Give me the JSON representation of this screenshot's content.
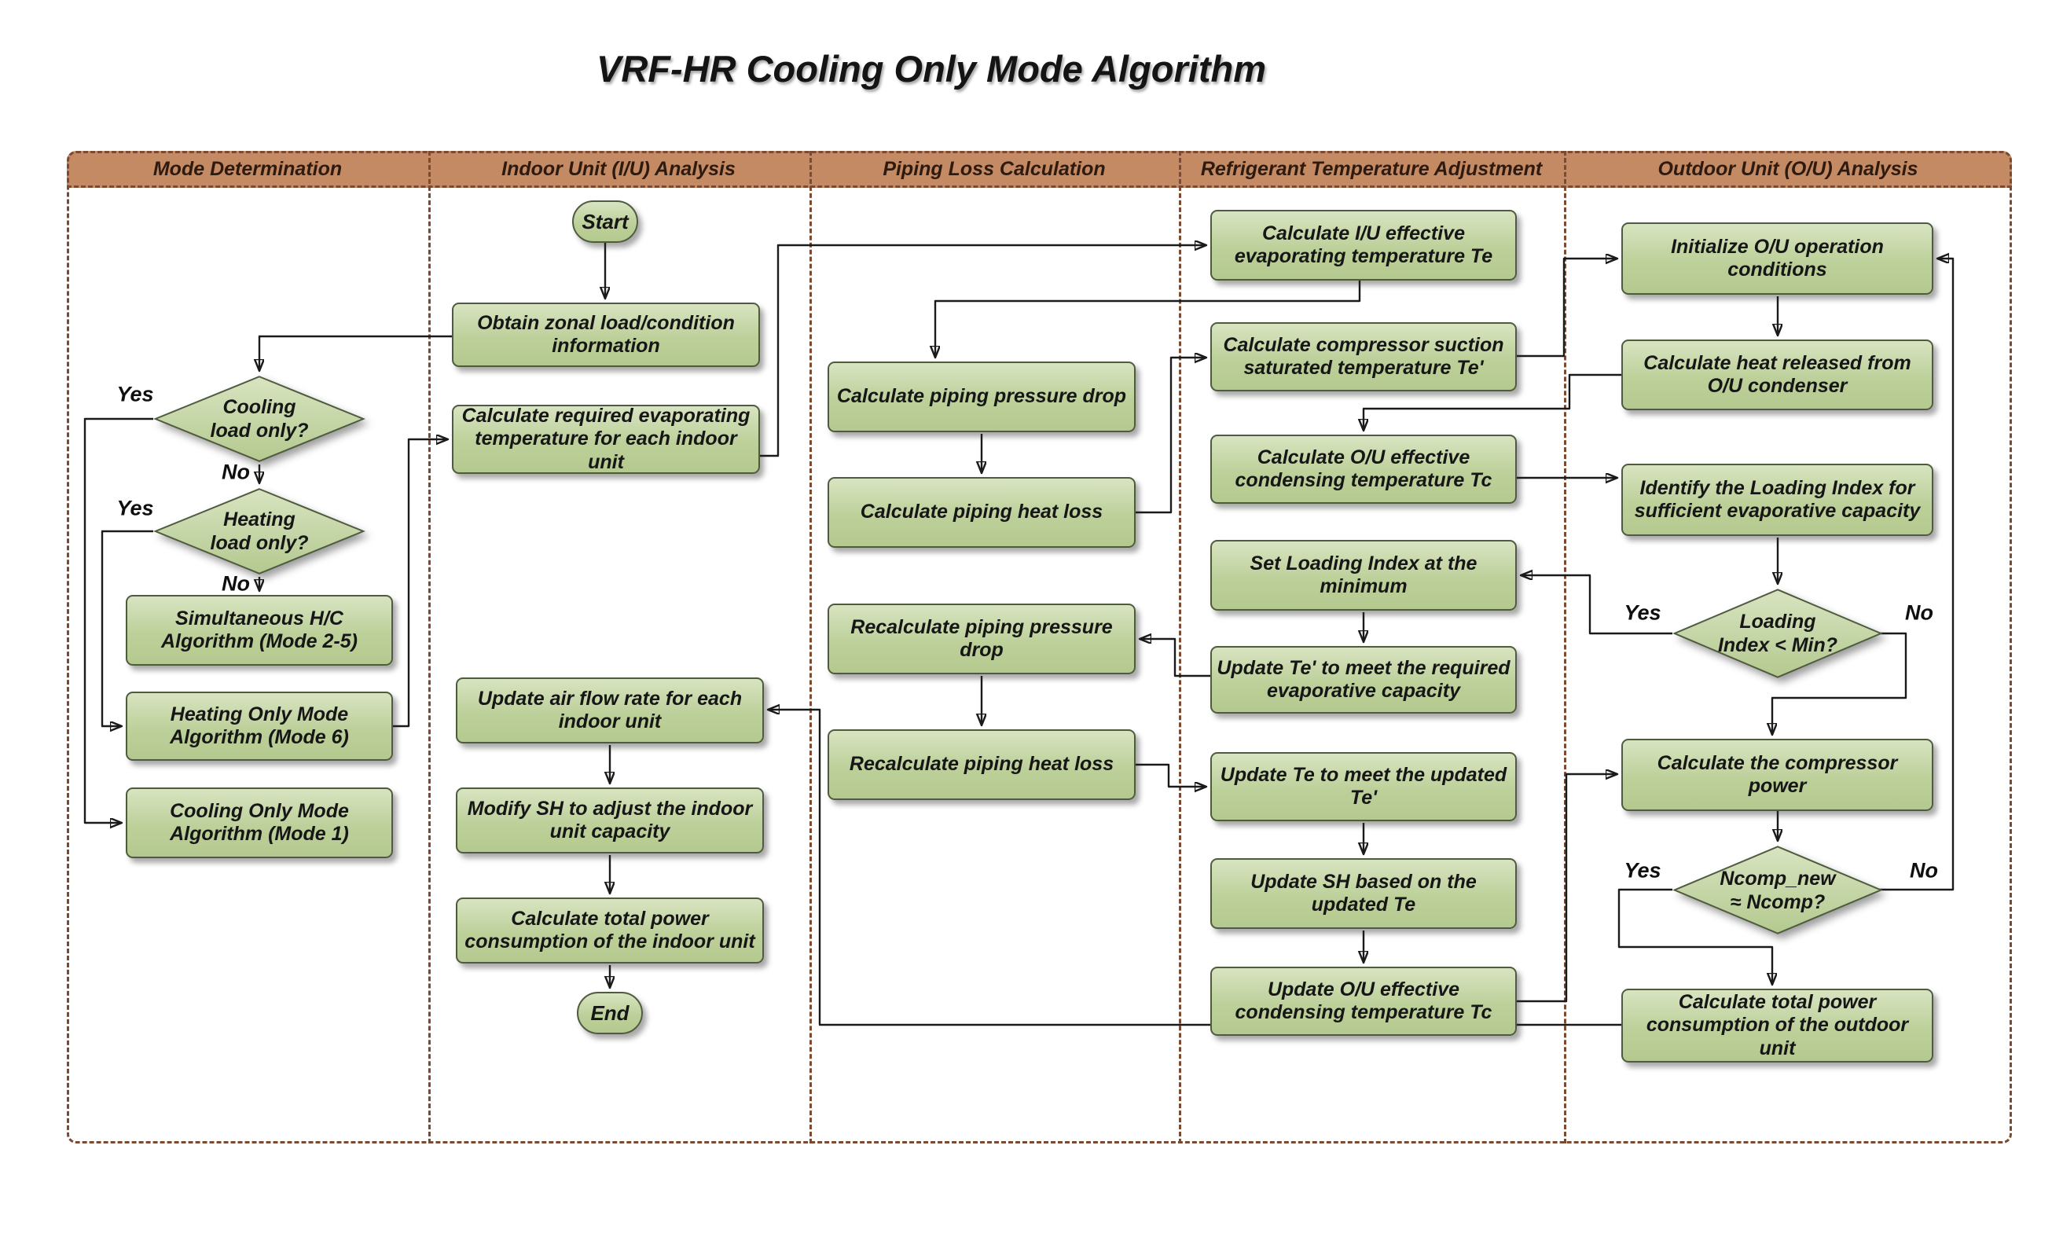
{
  "title": "VRF-HR Cooling Only Mode Algorithm",
  "lanes": [
    {
      "title": "Mode Determination"
    },
    {
      "title": "Indoor Unit (I/U) Analysis"
    },
    {
      "title": "Piping Loss Calculation"
    },
    {
      "title": "Refrigerant Temperature Adjustment"
    },
    {
      "title": "Outdoor Unit (O/U) Analysis"
    }
  ],
  "nodes": {
    "start": {
      "type": "terminator",
      "label": "Start"
    },
    "end": {
      "type": "terminator",
      "label": "End"
    },
    "d_cooling": {
      "type": "decision",
      "label": "Cooling\nload only?"
    },
    "d_heating": {
      "type": "decision",
      "label": "Heating\nload only?"
    },
    "b_simul": {
      "type": "process",
      "label": "Simultaneous H/C\nAlgorithm (Mode 2-5)"
    },
    "b_heat6": {
      "type": "process",
      "label": "Heating Only Mode\nAlgorithm (Mode 6)"
    },
    "b_cool1": {
      "type": "process",
      "label": "Cooling Only Mode\nAlgorithm (Mode 1)"
    },
    "b_obtain": {
      "type": "process",
      "label": "Obtain zonal load/condition\ninformation"
    },
    "b_calcreq": {
      "type": "process",
      "label": "Calculate required evaporating\ntemperature for each indoor unit"
    },
    "b_airflow": {
      "type": "process",
      "label": "Update air flow rate for each\nindoor unit"
    },
    "b_modsh": {
      "type": "process",
      "label": "Modify SH to adjust the indoor\nunit capacity"
    },
    "b_indoorpower": {
      "type": "process",
      "label": "Calculate total power\nconsumption of the indoor unit"
    },
    "b_pdrop": {
      "type": "process",
      "label": "Calculate piping pressure drop"
    },
    "b_ploss": {
      "type": "process",
      "label": "Calculate piping  heat loss"
    },
    "b_repdrop": {
      "type": "process",
      "label": "Recalculate piping pressure\ndrop"
    },
    "b_reploss": {
      "type": "process",
      "label": "Recalculate piping heat loss"
    },
    "b_te": {
      "type": "process",
      "label": "Calculate I/U effective\nevaporating temperature Te"
    },
    "b_teprime": {
      "type": "process",
      "label": "Calculate compressor suction\nsaturated temperature Te'"
    },
    "b_tc": {
      "type": "process",
      "label": "Calculate O/U effective\ncondensing temperature Tc"
    },
    "b_setload": {
      "type": "process",
      "label": "Set Loading Index at the\nminimum"
    },
    "b_updteprime": {
      "type": "process",
      "label": "Update Te' to meet the required\nevaporative capacity"
    },
    "b_updte": {
      "type": "process",
      "label": "Update Te to meet the updated\nTe'"
    },
    "b_updsh": {
      "type": "process",
      "label": "Update SH based on the\nupdated Te"
    },
    "b_updtc": {
      "type": "process",
      "label": "Update O/U effective\ncondensing temperature Tc"
    },
    "b_init": {
      "type": "process",
      "label": "Initialize O/U operation\nconditions"
    },
    "b_heatrel": {
      "type": "process",
      "label": "Calculate heat released from\nO/U condenser"
    },
    "b_identify": {
      "type": "process",
      "label": "Identify the Loading Index for\nsufficient evaporative capacity"
    },
    "d_loading": {
      "type": "decision",
      "label": "Loading\nIndex < Min?"
    },
    "b_comp": {
      "type": "process",
      "label": "Calculate the compressor power"
    },
    "d_ncomp": {
      "type": "decision",
      "label": "Ncomp_new\n≈  Ncomp?"
    },
    "b_outpower": {
      "type": "process",
      "label": "Calculate total power\nconsumption of the outdoor unit"
    }
  },
  "edge_labels": [
    {
      "text": "Yes"
    },
    {
      "text": "No"
    },
    {
      "text": "Yes"
    },
    {
      "text": "No"
    },
    {
      "text": "Yes"
    },
    {
      "text": "No"
    },
    {
      "text": "Yes"
    },
    {
      "text": "No"
    }
  ],
  "colors": {
    "header_fill": "#c48a64",
    "dashed_border": "#7a4a33",
    "node_fill_top": "#d8e4c1",
    "node_fill_bottom": "#b4c98f",
    "node_border": "#4f5b3e",
    "arrow": "#1a1a1a"
  }
}
